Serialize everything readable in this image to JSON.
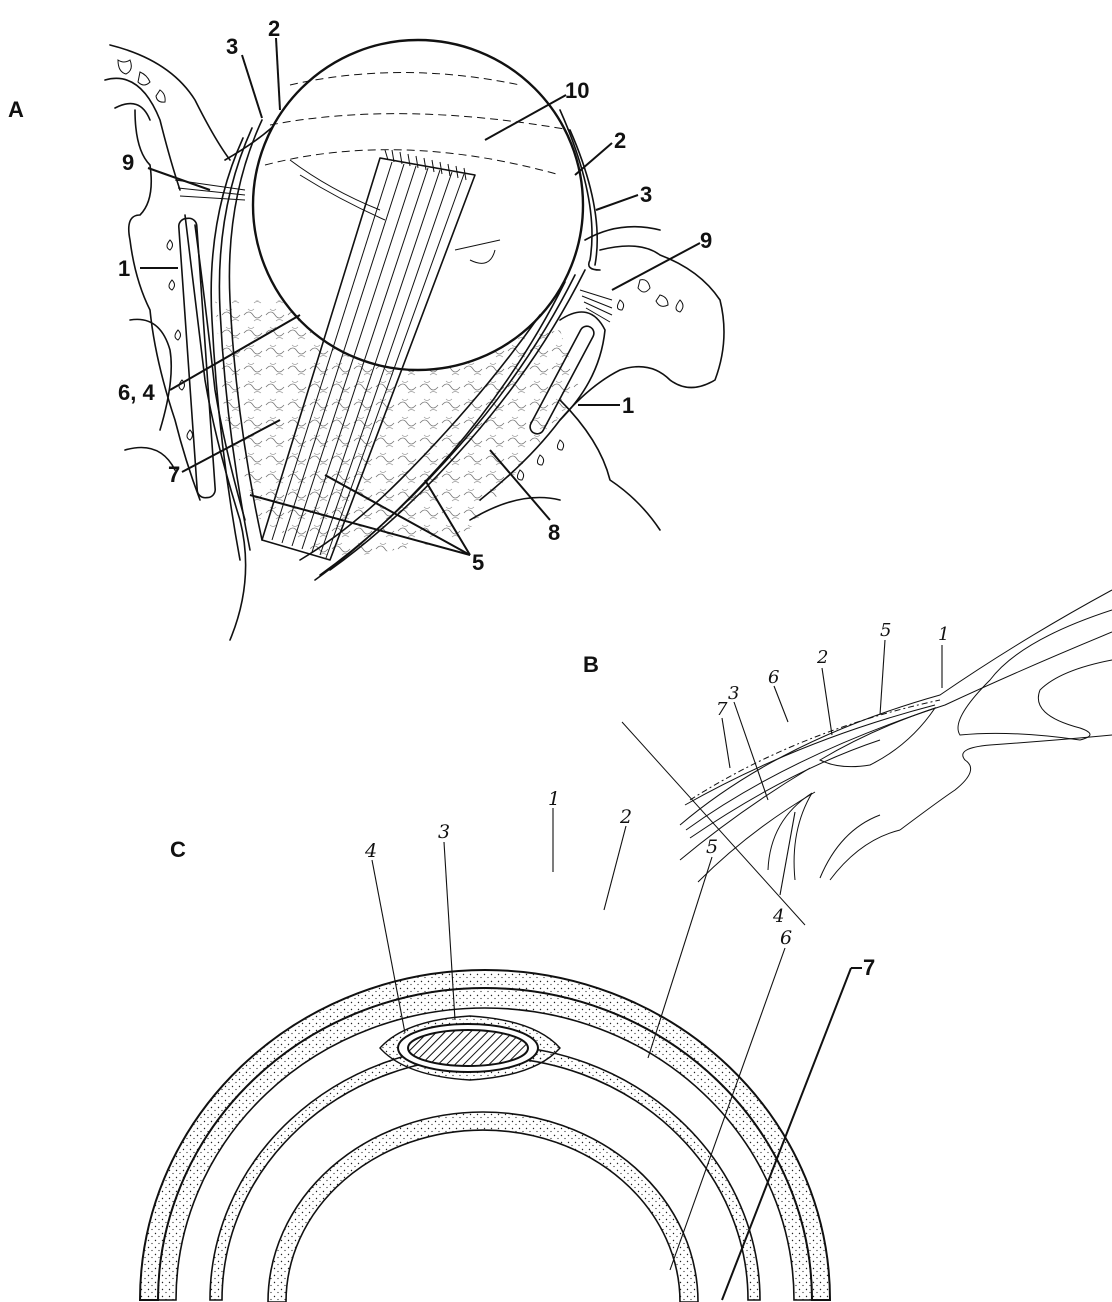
{
  "panels": {
    "A": {
      "letter": "A",
      "labels": [
        "1",
        "1",
        "2",
        "2",
        "3",
        "3",
        "5",
        "6, 4",
        "7",
        "8",
        "9",
        "9",
        "10"
      ]
    },
    "B": {
      "letter": "B",
      "labels": [
        "1",
        "2",
        "3",
        "4",
        "5",
        "6",
        "7"
      ]
    },
    "C": {
      "letter": "C",
      "labels": [
        "1",
        "2",
        "3",
        "4",
        "5",
        "6",
        "7"
      ]
    }
  }
}
